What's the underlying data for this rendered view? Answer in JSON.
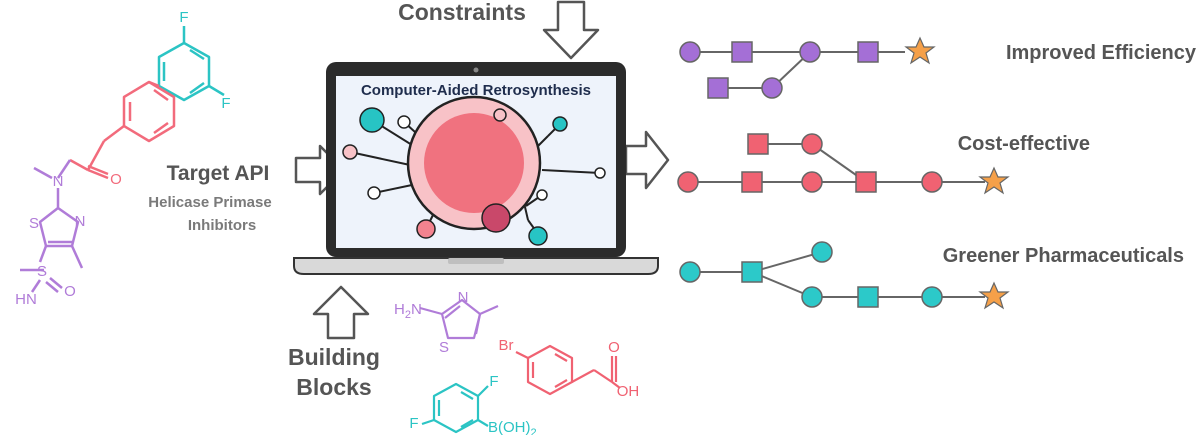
{
  "labels": {
    "constraints": "Constraints",
    "target_api": "Target API",
    "target_sub_line1": "Helicase Primase",
    "target_sub_line2": "Inhibitors",
    "building_line1": "Building",
    "building_line2": "Blocks",
    "screen_title": "Computer-Aided Retrosynthesis"
  },
  "outcomes": [
    {
      "label": "Improved Efficiency"
    },
    {
      "label": "Cost-effective"
    },
    {
      "label": "Greener Pharmaceuticals"
    }
  ],
  "atoms": {
    "fluorine": "F",
    "nitrogen": "N",
    "oxygen": "O",
    "sulfur": "S",
    "imine": "HN",
    "amine": "H",
    "amine_sub": "2",
    "amine_n": "N",
    "bromine": "Br",
    "hydroxyl": "OH",
    "boronic": "B(OH)",
    "boronic_sub": "2"
  },
  "colors": {
    "purple": "#b07cd8",
    "pink": "#f26b7c",
    "teal": "#2bc4c4",
    "orange": "#f39a4a",
    "violet": "#a46fd6",
    "rose": "#f06272",
    "cyan": "#2cc9c9",
    "star": "#f5a049",
    "text_dark": "#555555",
    "text_gray": "#7a7a7a"
  }
}
